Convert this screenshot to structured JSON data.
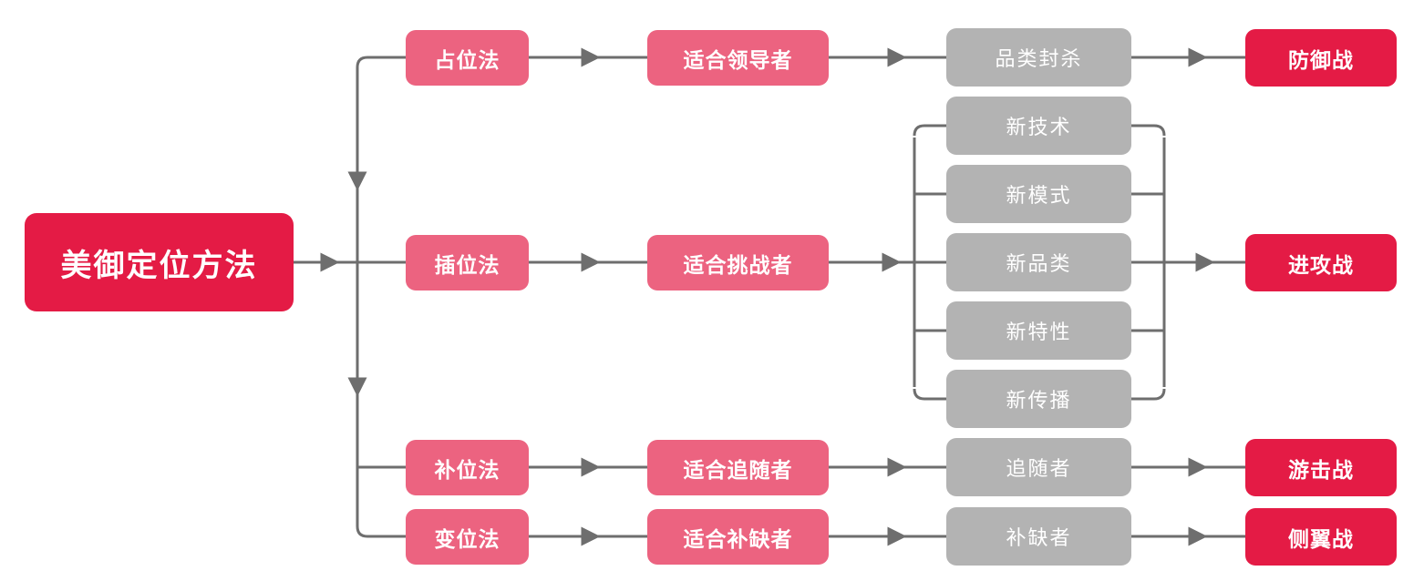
{
  "diagram": {
    "title": "美御定位方法",
    "colors": {
      "root_red": "#e41b45",
      "pink": "#ec6380",
      "gray": "#b3b3b3",
      "red": "#e41b45",
      "line": "#6e6e6e",
      "background": "#ffffff"
    },
    "root": {
      "label": "美御定位方法"
    },
    "methods": [
      {
        "label": "占位法"
      },
      {
        "label": "插位法"
      },
      {
        "label": "补位法"
      },
      {
        "label": "变位法"
      }
    ],
    "roles": [
      {
        "label": "适合领导者"
      },
      {
        "label": "适合挑战者"
      },
      {
        "label": "适合追随者"
      },
      {
        "label": "适合补缺者"
      }
    ],
    "tactics_top": [
      {
        "label": "品类封杀"
      }
    ],
    "tactics_middle": [
      {
        "label": "新技术"
      },
      {
        "label": "新模式"
      },
      {
        "label": "新品类"
      },
      {
        "label": "新特性"
      },
      {
        "label": "新传播"
      }
    ],
    "tactics_bottom": [
      {
        "label": "追随者"
      },
      {
        "label": "补缺者"
      }
    ],
    "wars": [
      {
        "label": "防御战"
      },
      {
        "label": "进攻战"
      },
      {
        "label": "游击战"
      },
      {
        "label": "侧翼战"
      }
    ]
  }
}
